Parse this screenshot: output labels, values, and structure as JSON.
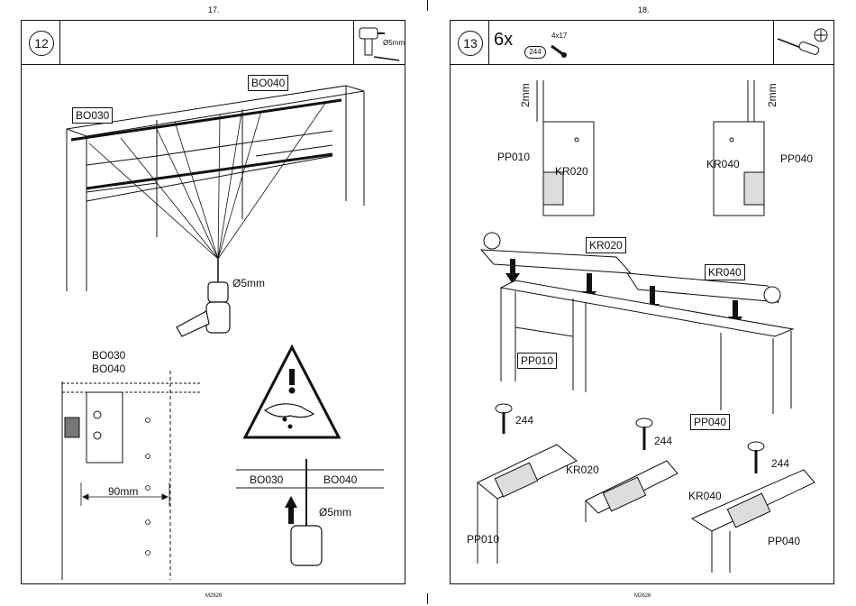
{
  "left_page": {
    "page_number": "17.",
    "footer_code": "M2626",
    "step": "12",
    "tool_label": "Ø5mm",
    "labels": {
      "bo040_top": "BO040",
      "bo030_top": "BO030",
      "drill_size": "Ø5mm",
      "detail_bo030": "BO030",
      "detail_bo040": "BO040",
      "distance": "90mm",
      "strip_bo030": "BO030",
      "strip_bo040": "BO040",
      "strip_drill": "Ø5mm"
    }
  },
  "right_page": {
    "page_number": "18.",
    "footer_code": "M2626",
    "step": "13",
    "quantity": "6x",
    "part_number": "244",
    "screw_size": "4x17",
    "labels": {
      "pp010_top": "PP010",
      "kr020_top": "KR020",
      "kr040_top": "KR040",
      "pp040_top": "PP040",
      "mm_left": "2mm",
      "mm_right": "2mm",
      "kr020_box": "KR020",
      "kr040_box": "KR040",
      "pp010_box": "PP010",
      "pp040_box": "PP040",
      "screw_244_a": "244",
      "screw_244_b": "244",
      "screw_244_c": "244",
      "kr020_bottom": "KR020",
      "kr040_bottom": "KR040",
      "pp010_bottom": "PP010",
      "pp040_bottom": "PP040"
    }
  }
}
